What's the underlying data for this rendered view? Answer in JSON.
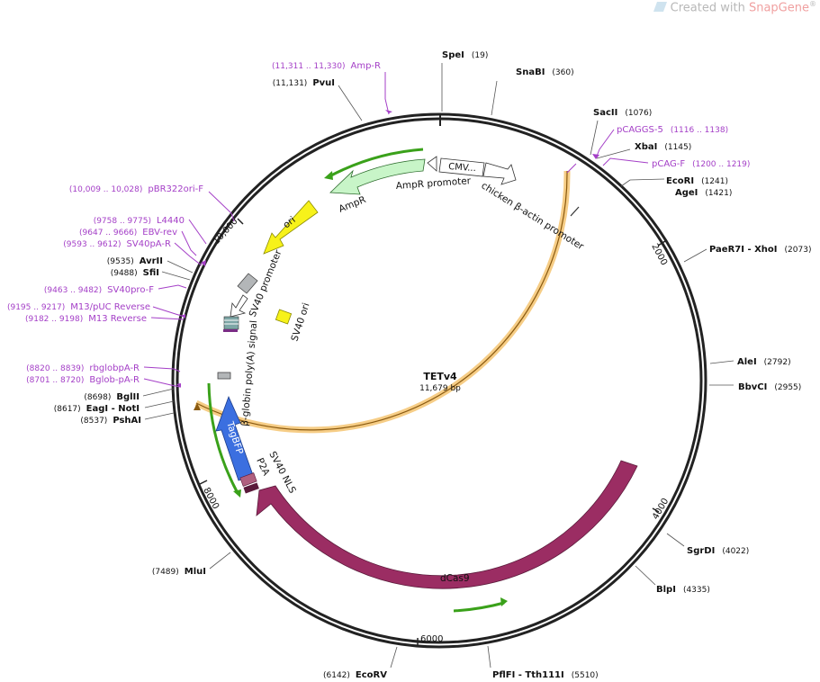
{
  "brand": {
    "prefix": "Created with ",
    "name": "SnapGene",
    "mark": "®"
  },
  "plasmid": {
    "name": "TETv4",
    "size": "11,679 bp"
  },
  "ticks": [
    "2000",
    "4000",
    "6000",
    "8000",
    "10,000"
  ],
  "enzymes": [
    {
      "name": "SpeI",
      "pos": "(19)"
    },
    {
      "name": "SnaBI",
      "pos": "(360)"
    },
    {
      "name": "SacII",
      "pos": "(1076)"
    },
    {
      "name": "XbaI",
      "pos": "(1145)"
    },
    {
      "name": "EcoRI",
      "pos": "(1241)"
    },
    {
      "name": "AgeI",
      "pos": "(1421)"
    },
    {
      "name": "PaeR7I",
      "name2": " - XhoI",
      "pos": "(2073)"
    },
    {
      "name": "AleI",
      "pos": "(2792)"
    },
    {
      "name": "BbvCI",
      "pos": "(2955)"
    },
    {
      "name": "SgrDI",
      "pos": "(4022)"
    },
    {
      "name": "BlpI",
      "pos": "(4335)"
    },
    {
      "name": "PflFI",
      "name2": " - Tth111I",
      "pos": "(5510)"
    },
    {
      "name": "EcoRV",
      "pos": "(6142)"
    },
    {
      "name": "MluI",
      "pos": "(7489)"
    },
    {
      "name": "PshAI",
      "pos": "(8537)"
    },
    {
      "name": "EagI",
      "name2": " - NotI",
      "pos": "(8617)"
    },
    {
      "name": "BglII",
      "pos": "(8698)"
    },
    {
      "name": "SfiI",
      "pos": "(9488)"
    },
    {
      "name": "AvrII",
      "pos": "(9535)"
    },
    {
      "name": "PvuI",
      "pos": "(11,131)"
    }
  ],
  "primers": [
    {
      "name": "Amp-R",
      "range": "(11,311 .. 11,330)"
    },
    {
      "name": "pCAGGS-5",
      "range": "(1116 .. 1138)"
    },
    {
      "name": "pCAG-F",
      "range": "(1200 .. 1219)"
    },
    {
      "name": "pBR322ori-F",
      "range": "(10,009 .. 10,028)"
    },
    {
      "name": "L4440",
      "range": "(9758 .. 9775)"
    },
    {
      "name": "EBV-rev",
      "range": "(9647 .. 9666)"
    },
    {
      "name": "SV40pA-R",
      "range": "(9593 .. 9612)"
    },
    {
      "name": "SV40pro-F",
      "range": "(9463 .. 9482)"
    },
    {
      "name": "M13/pUC Reverse",
      "range": "(9195 .. 9217)"
    },
    {
      "name": "M13 Reverse",
      "range": "(9182 .. 9198)"
    },
    {
      "name": "rbglobpA-R",
      "range": "(8820 .. 8839)"
    },
    {
      "name": "Bglob-pA-R",
      "range": "(8701 .. 8720)"
    }
  ],
  "features": {
    "cmv": "CMV...",
    "chicken_actin_promoter": "chicken β-actin promoter",
    "ampr_promoter": "AmpR promoter",
    "ampr": "AmpR",
    "ori": "ori",
    "sv40_promoter": "SV40 promoter",
    "sv40_ori": "SV40 ori",
    "beta_globin_polya": "β-globin poly(A) signal",
    "tagbfp": "TagBFP",
    "p2a": "P2A",
    "sv40_nls": "SV40 NLS",
    "dcas9": "dCas9"
  },
  "colors": {
    "backbone": "#222222",
    "primer": "#a43fc7",
    "dcas9": "#9b2d63",
    "tagbfp": "#3b6fe0",
    "ori": "#f7f21a",
    "ampr": "#c8f5c8",
    "orange_band": "#f3c27a",
    "green_arrow": "#3aa11a"
  }
}
